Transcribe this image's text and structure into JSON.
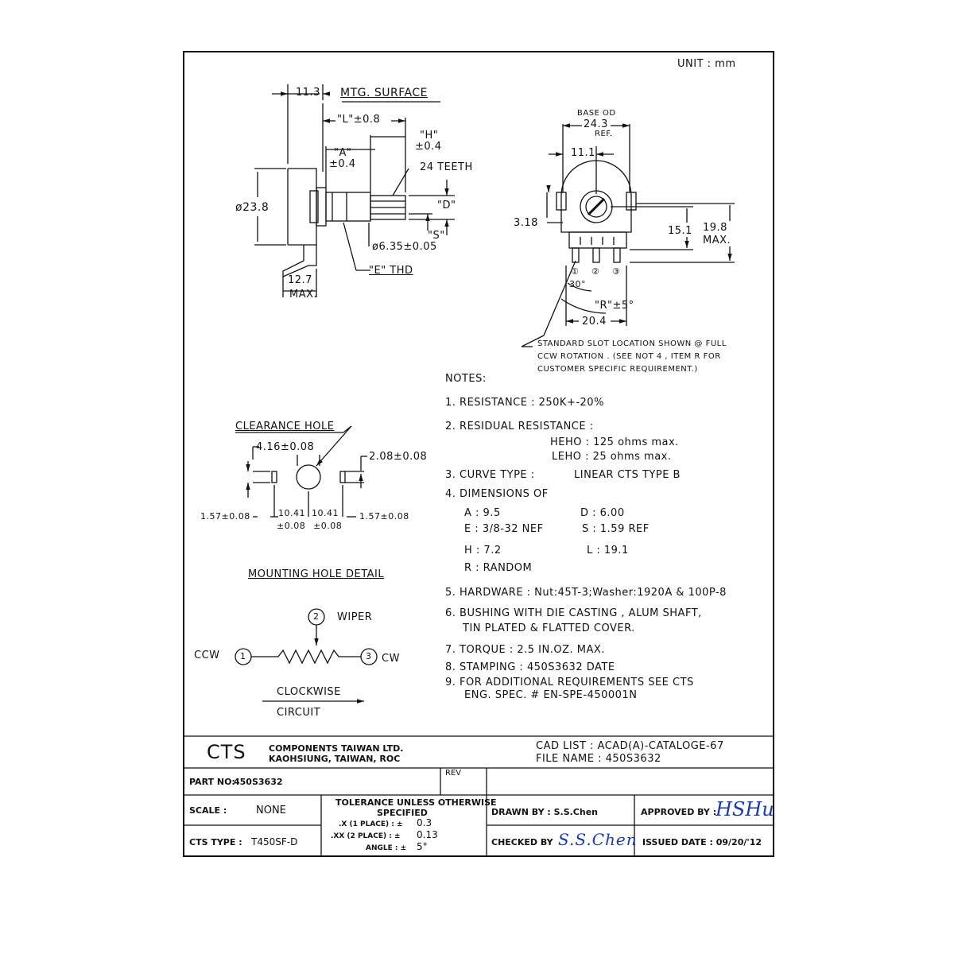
{
  "unit": "UNIT : mm",
  "side_view": {
    "dim_11_3": "11.3",
    "mtg_surface": "MTG. SURFACE",
    "dim_L": "\"L\"±0.8",
    "dim_H": "\"H\"",
    "dim_H_tol": "±0.4",
    "dim_A": "\"A\"",
    "dim_A_tol": "±0.4",
    "teeth": "24 TEETH",
    "dia_23_8": "ø23.8",
    "dim_D": "\"D\"",
    "dim_S": "\"S\"",
    "dia_6_35": "ø6.35±0.05",
    "dim_E_thd": "\"E\" THD",
    "dim_12_7": "12.7",
    "max": "MAX."
  },
  "front_view": {
    "base_od": "BASE OD",
    "dim_24_3": "24.3",
    "ref": "REF.",
    "dim_11_1": "11.1",
    "dim_3_18": "3.18",
    "dim_15_1": "15.1",
    "dim_19_8": "19.8",
    "max": "MAX.",
    "terminal_1": "①",
    "terminal_2": "②",
    "terminal_3": "③",
    "angle_30": "30°",
    "dim_R": "\"R\"±5°",
    "dim_20_4": "20.4",
    "slot_note_1": "STANDARD SLOT LOCATION SHOWN @ FULL",
    "slot_note_2": "CCW ROTATION . (SEE NOT 4 , ITEM R FOR",
    "slot_note_3": "CUSTOMER SPECIFIC REQUIREMENT.)"
  },
  "mounting": {
    "clearance_hole": "CLEARANCE HOLE",
    "dim_4_16": "4.16±0.08",
    "dim_2_08": "2.08±0.08",
    "dim_1_57_left": "1.57±0.08",
    "dim_1_57_right": "1.57±0.08",
    "dim_10_41_a": "10.41",
    "dim_10_41_b": "10.41",
    "tol_a": "±0.08",
    "tol_b": "±0.08",
    "title": "MOUNTING HOLE DETAIL"
  },
  "circuit": {
    "node_1": "1",
    "node_2": "2",
    "node_3": "3",
    "wiper": "WIPER",
    "ccw": "CCW",
    "cw": "CW",
    "clockwise": "CLOCKWISE",
    "circuit": "CIRCUIT"
  },
  "notes": {
    "title": "NOTES:",
    "n1": "1.  RESISTANCE :   250K+-20%",
    "n2": "2.  RESIDUAL RESISTANCE :",
    "n2_heho": "HEHO :   125  ohms  max.",
    "n2_leho": "LEHO :     25  ohms  max.",
    "n3_label": "3.  CURVE TYPE :",
    "n3_value": "LINEAR CTS TYPE B",
    "n4": "4.  DIMENSIONS OF",
    "n4_a": "A :   9.5",
    "n4_d": "D : 6.00",
    "n4_e": "E :   3/8-32  NEF",
    "n4_s": "S : 1.59  REF",
    "n4_h": "H : 7.2",
    "n4_l": "L : 19.1",
    "n4_r": "R : RANDOM",
    "n5": "5.  HARDWARE : Nut:45T-3;Washer:1920A  &  100P-8",
    "n6a": "6.  BUSHING WITH DIE CASTING , ALUM SHAFT,",
    "n6b": "TIN PLATED & FLATTED COVER.",
    "n7": "7.  TORQUE : 2.5  IN.OZ.  MAX.",
    "n8": "8.  STAMPING : 450S3632  DATE",
    "n9a": "9.  FOR ADDITIONAL REQUIREMENTS SEE CTS",
    "n9b": "ENG. SPEC. # EN-SPE-450001N"
  },
  "title_block": {
    "logo": "CTS",
    "company_1": "COMPONENTS  TAIWAN  LTD.",
    "company_2": "KAOHSIUNG,   TAIWAN,   ROC",
    "cad_list": "CAD  LIST : ACAD(A)-CATALOGE-67",
    "file_name": "FILE  NAME : 450S3632",
    "part_no_label": "PART NO:",
    "part_no": "450S3632",
    "rev_label": "REV",
    "scale_label": "SCALE :",
    "scale": "NONE",
    "tol_title_1": "TOLERANCE UNLESS OTHERWISE",
    "tol_title_2": "SPECIFIED",
    "tol_x_label": ".X (1 PLACE) : ±",
    "tol_x": "0.3",
    "tol_xx_label": ".XX (2 PLACE) : ±",
    "tol_xx": "0.13",
    "tol_angle_label": "ANGLE : ±",
    "tol_angle": "5°",
    "drawn_by": "DRAWN BY : S.S.Chen",
    "approved_by": "APPROVED BY :",
    "approved_sig": "HSHu",
    "checked_by": "CHECKED BY",
    "checked_sig": "S.S.Chen",
    "cts_type_label": "CTS TYPE :",
    "cts_type": "T450SF-D",
    "issued_date": "ISSUED DATE : 09/20/'12"
  }
}
